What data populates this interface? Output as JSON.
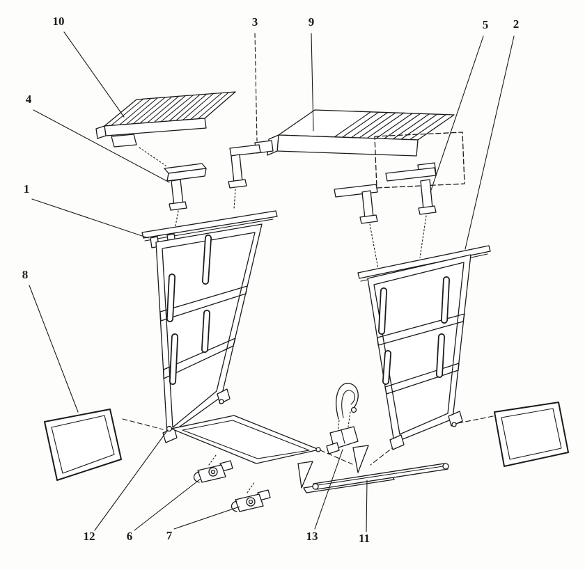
{
  "figure": {
    "kind": "exploded-parts-diagram",
    "colors": {
      "ink": "#1a1a1a",
      "paper": "#fdfdfb"
    },
    "callouts": [
      {
        "id": "c10",
        "label": "10"
      },
      {
        "id": "c4",
        "label": "4"
      },
      {
        "id": "c1",
        "label": "1"
      },
      {
        "id": "c8",
        "label": "8"
      },
      {
        "id": "c3",
        "label": "3"
      },
      {
        "id": "c9",
        "label": "9"
      },
      {
        "id": "c5",
        "label": "5"
      },
      {
        "id": "c2",
        "label": "2"
      },
      {
        "id": "c12",
        "label": "12"
      },
      {
        "id": "c6",
        "label": "6"
      },
      {
        "id": "c7",
        "label": "7"
      },
      {
        "id": "c13",
        "label": "13"
      },
      {
        "id": "c11",
        "label": "11"
      }
    ]
  }
}
